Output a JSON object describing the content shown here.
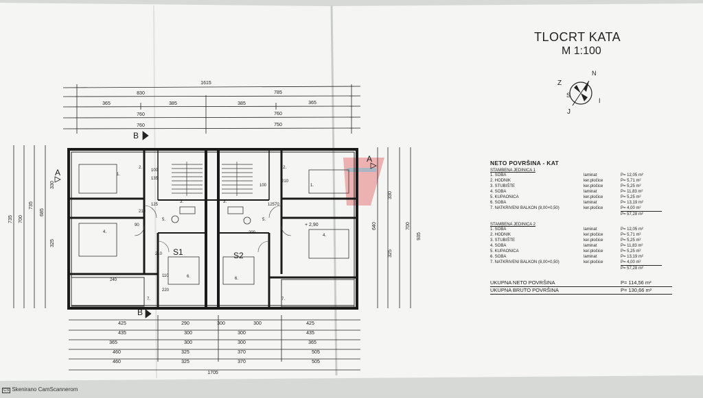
{
  "title": {
    "line1": "TLOCRT KATA",
    "line2": "M 1:100"
  },
  "compass": {
    "n": "N",
    "s": "S",
    "i": "I",
    "j": "J",
    "z": "Z"
  },
  "table": {
    "heading": "NETO POVRŠINA - KAT",
    "unit1": {
      "name": "STAMBENA JEDINICA 1",
      "rows": [
        {
          "name": "1. SOBA",
          "material": "laminat",
          "area": "P= 12,05 m²"
        },
        {
          "name": "2. HODNIK",
          "material": "ker.pločice",
          "area": "P= 5,71 m²"
        },
        {
          "name": "3. STUBIŠTE",
          "material": "ker.pločice",
          "area": "P= 5,25 m²"
        },
        {
          "name": "4. SOBA",
          "material": "laminat",
          "area": "P= 11,83 m²"
        },
        {
          "name": "5. KUPAONICA",
          "material": "ker.pločice",
          "area": "P= 5,25 m²"
        },
        {
          "name": "6. SOBA",
          "material": "laminat",
          "area": "P= 13,19 m²"
        },
        {
          "name": "7. NATKRIVENI BALKON (8,00×0,50)",
          "material": "ker.pločice",
          "area": "P= 4,00 m²"
        }
      ],
      "sum": "P= 57,28 m²"
    },
    "unit2": {
      "name": "STAMBENA JEDINICA 2",
      "rows": [
        {
          "name": "1. SOBA",
          "material": "laminat",
          "area": "P= 12,05 m²"
        },
        {
          "name": "2. HODNIK",
          "material": "ker.pločice",
          "area": "P= 5,71 m²"
        },
        {
          "name": "3. STUBIŠTE",
          "material": "ker.pločice",
          "area": "P= 5,25 m²"
        },
        {
          "name": "4. SOBA",
          "material": "laminat",
          "area": "P= 11,83 m²"
        },
        {
          "name": "5. KUPAONICA",
          "material": "ker.pločice",
          "area": "P= 5,25 m²"
        },
        {
          "name": "6. SOBA",
          "material": "laminat",
          "area": "P= 13,19 m²"
        },
        {
          "name": "7. NATKRIVENI BALKON (8,00×0,50)",
          "material": "ker.pločice",
          "area": "P= 4,00 m²"
        }
      ],
      "sum": "P= 57,28 m²"
    },
    "neto_label": "UKUPNA NETO POVRŠINA",
    "neto_value": "P= 114,56 m²",
    "bruto_label": "UKUPNA BRUTO POVRŠINA",
    "bruto_value": "P= 130,66 m²"
  },
  "plan": {
    "top_overall": "1615",
    "top_row1": [
      "830",
      "785"
    ],
    "top_row2": [
      "365",
      "385",
      "385",
      "365"
    ],
    "top_row3": [
      "760",
      "760"
    ],
    "top_row4": [
      "760",
      "750"
    ],
    "bottom_row1": [
      "425",
      "290",
      "300",
      "300",
      "425"
    ],
    "bottom_row2": [
      "435",
      "300",
      "300",
      "435"
    ],
    "bottom_row3": [
      "365",
      "300",
      "300",
      "365"
    ],
    "bottom_row4": [
      "460",
      "325",
      "370",
      "505"
    ],
    "bottom_row5": [
      "460",
      "325",
      "370",
      "505"
    ],
    "bottom_overall": "1705",
    "left_dims": [
      "735",
      "700",
      "735",
      "685",
      "330",
      "325"
    ],
    "right_dims": [
      "640",
      "700",
      "935",
      "330",
      "325"
    ],
    "section_a": "A",
    "section_b": "B",
    "unit_s1": "S1",
    "unit_s2": "S2",
    "level_mark": "+ 2,90",
    "room_numbers": [
      "1.",
      "2.",
      "3.",
      "4.",
      "5.",
      "6.",
      "7.",
      "1.",
      "2.",
      "3.",
      "4.",
      "5.",
      "6.",
      "7."
    ],
    "small_dims": [
      "100",
      "135",
      "125",
      "210",
      "90",
      "200",
      "70",
      "210",
      "125",
      "100",
      "220",
      "240",
      "110",
      "210"
    ]
  },
  "footer": {
    "badge": "CS",
    "text": "Skenirano CamScannerom"
  }
}
